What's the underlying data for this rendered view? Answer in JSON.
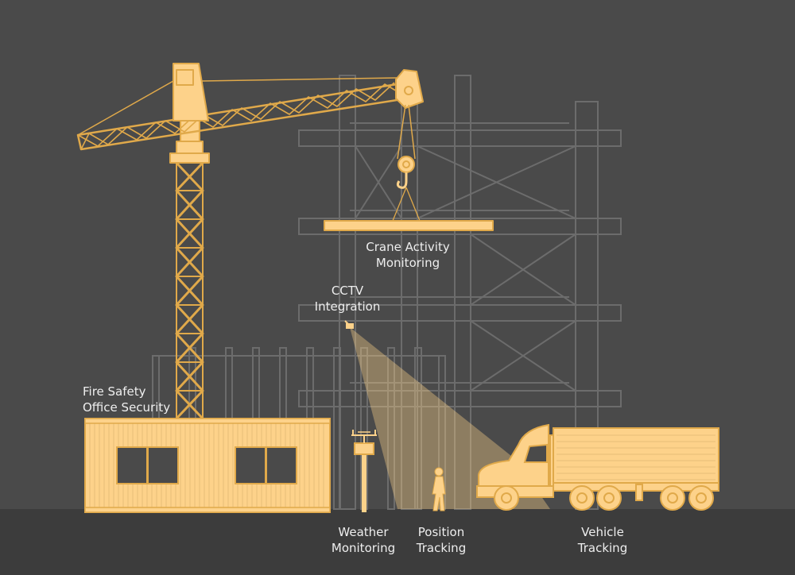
{
  "labels": {
    "crane": [
      "Crane Activity",
      "Monitoring"
    ],
    "cctv": [
      "CCTV",
      "Integration"
    ],
    "office": [
      "Fire Safety",
      "Office Security"
    ],
    "weather": [
      "Weather",
      "Monitoring"
    ],
    "position": [
      "Position",
      "Tracking"
    ],
    "vehicle": [
      "Vehicle",
      "Tracking"
    ]
  },
  "colors": {
    "background": "#4a4a4a",
    "ground": "#3c3c3c",
    "accent": "#fdd28a",
    "accent_stroke": "#e0a94a",
    "scaffold": "#6c6c6c"
  }
}
